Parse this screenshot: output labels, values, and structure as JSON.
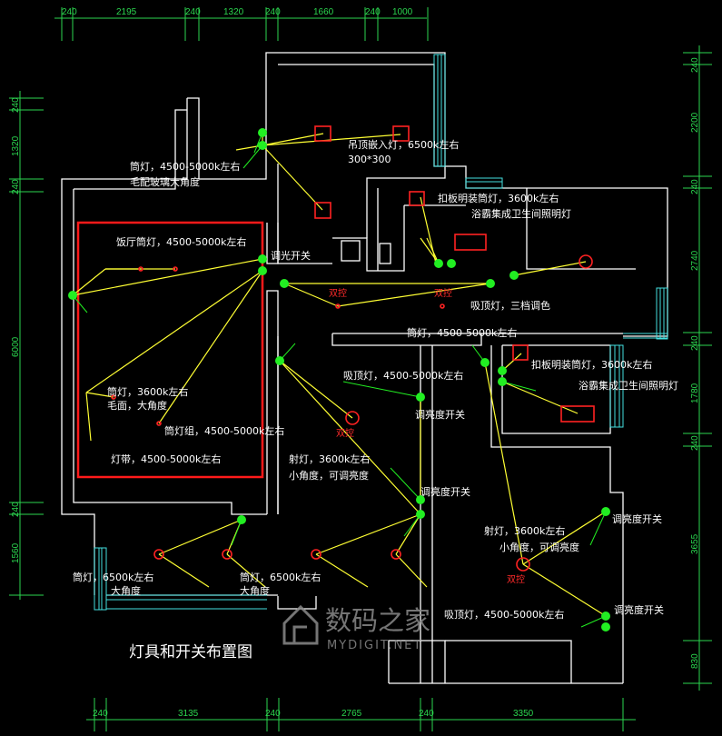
{
  "title": "灯具和开关布置图",
  "watermark": {
    "cn": "数码之家",
    "en": "MYDIGIT.NET"
  },
  "dims": {
    "top": [
      "240",
      "2195",
      "240",
      "1320",
      "240",
      "1660",
      "240",
      "1000"
    ],
    "bottom": [
      "240",
      "3135",
      "240",
      "2765",
      "240",
      "3350"
    ],
    "left": [
      "240",
      "1320",
      "240",
      "6000",
      "240",
      "1560"
    ],
    "right": [
      "240",
      "2200",
      "240",
      "2740",
      "240",
      "1780",
      "240",
      "3655",
      "830"
    ]
  },
  "labels": {
    "l1": "筒灯，4500-5000k左右",
    "l1b": "毛配玻璃大角度",
    "l2": "吊顶嵌入灯，6500k左右",
    "l2b": "300*300",
    "l3": "扣板明装筒灯，3600k左右",
    "l3b": "浴霸集成卫生间照明灯",
    "l4": "调光开关",
    "l5": "饭厅筒灯，4500-5000k左右",
    "l6": "双控",
    "l7": "双控",
    "l8": "吸顶灯，三档调色",
    "l9": "筒灯，4500-5000k左右",
    "l10": "扣板明装筒灯，3600k左右",
    "l10b": "浴霸集成卫生间照明灯",
    "l11": "筒灯，3600k左右",
    "l11b": "毛面，大角度",
    "l12": "吸顶灯，4500-5000k左右",
    "l13": "调亮度开关",
    "l14": "双控",
    "l15": "筒灯组，4500-5000k左右",
    "l16": "灯带，4500-5000k左右",
    "l17": "射灯，3600k左右",
    "l17b": "小角度，可调亮度",
    "l18": "调亮度开关",
    "l19": "调亮度开关",
    "l20": "射灯，3600k左右",
    "l20b": "小角度，可调亮度",
    "l21": "双控",
    "l22": "筒灯，6500k左右",
    "l22b": "大角度",
    "l23": "筒灯，6500k左右",
    "l23b": "大角度",
    "l24": "吸顶灯，4500-5000k左右",
    "l25": "调亮度开关"
  },
  "colors": {
    "background": "#000000",
    "wall": "#ffffff",
    "window": "#44e0e0",
    "dimension": "#2bd64f",
    "switch": "#22ee22",
    "wire": "#ffff33",
    "fixture": "#ff2222",
    "highlight": "#ff1a1a"
  }
}
